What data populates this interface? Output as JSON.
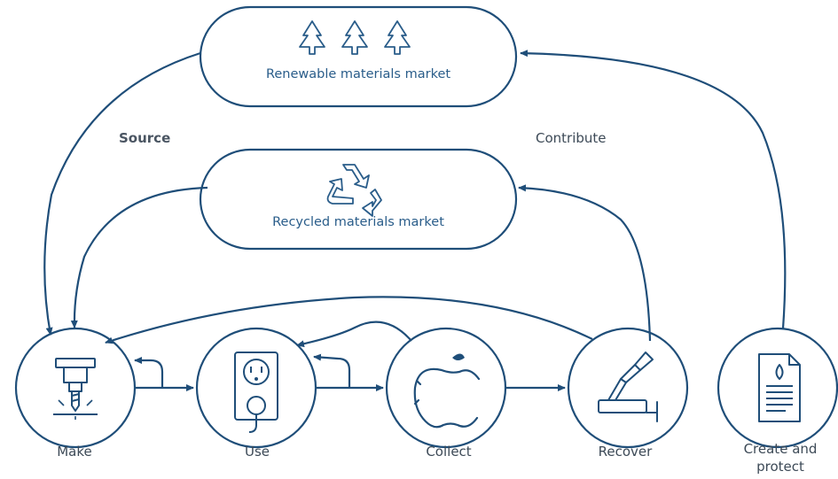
{
  "markets": {
    "renewable": {
      "label": "Renewable materials market",
      "icon": "tree-icon"
    },
    "recycled": {
      "label": "Recycled materials market",
      "icon": "recycle-icon"
    }
  },
  "flows": {
    "source": "Source",
    "contribute": "Contribute"
  },
  "stages": {
    "make": {
      "label": "Make",
      "icon": "drill-icon"
    },
    "use": {
      "label": "Use",
      "icon": "outlet-icon"
    },
    "collect": {
      "label": "Collect",
      "icon": "apple-logo-icon"
    },
    "recover": {
      "label": "Recover",
      "icon": "robot-arm-icon"
    },
    "create": {
      "label_line1": "Create and",
      "label_line2": "protect",
      "icon": "document-icon"
    }
  },
  "colors": {
    "line": "#1f4e79",
    "text": "#3d4a57",
    "market_text": "#2a5d8a"
  }
}
